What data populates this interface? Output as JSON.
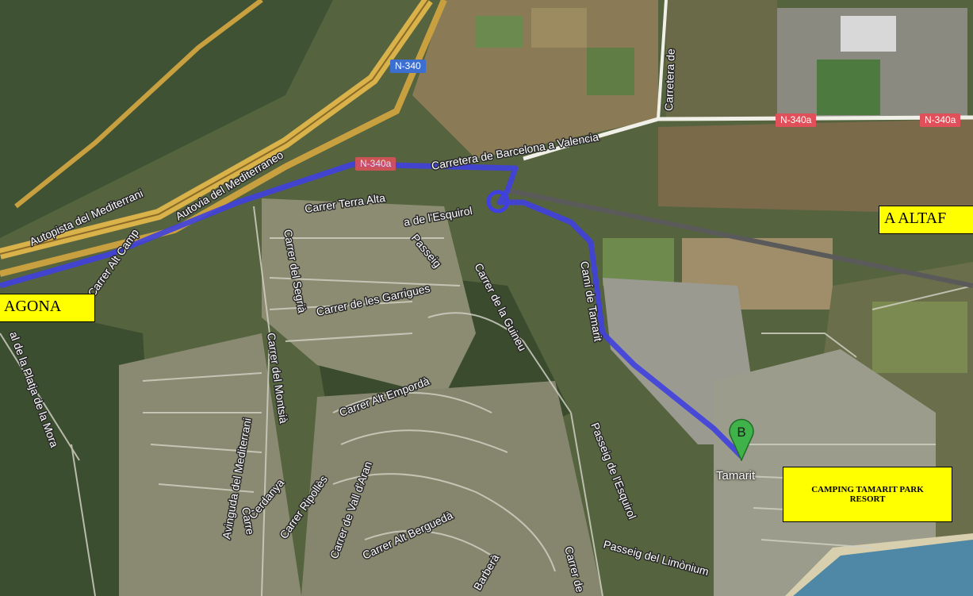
{
  "map": {
    "road_labels": {
      "autopista": "Autopista del Mediterrani",
      "autovia": "Autovia del Mediterraneo",
      "carretera_bcn_vlc": "Carretera de Barcelona a Valencia",
      "carrer_terra_alta": "Carrer Terra Alta",
      "esquirol": "a de l'Esquirol",
      "passeig": "Passeig",
      "camino_tamarit": "Camí de Tamarit",
      "carrer_segria": "Carrer del Segrià",
      "carrer_garrigues": "Carrer de les Garrigues",
      "carrer_guineu": "Carrer de la Guineu",
      "carrer_alt_camp": "Carrer Alt Camp",
      "platja_mora": "al de la Platja de la Mora",
      "avinguda_mediterrani": "Avinguda del Mediterrani",
      "carrer_montsia": "Carrer del Montsià",
      "carrer_alt_emporda": "Carrer Alt Empordà",
      "carrer_vall_aran": "Carrer de Vall d'Aran",
      "carrer_ripolles": "Carrer Ripollès",
      "cerdanya": "Cerdanya",
      "carrer_alt_bergueda": "Carrer Alt Berguedà",
      "passeig_esquirol": "Passeig de l'Esquirol",
      "passeig_limonium": "Passeig del Limònium",
      "barbera": "Barberà",
      "carrer_de": "Carrer de",
      "carretera_de": "Carretera de",
      "carre": "Carre"
    },
    "shields": {
      "n340": "N-340",
      "n340a_route": "N-340a",
      "n340a_right1": "N-340a",
      "n340a_right2": "N-340a"
    },
    "callouts": {
      "left": "AGONA",
      "right": "A ALTAF",
      "camping": "CAMPING TAMARIT PARK RESORT"
    },
    "town": "Tamarit",
    "marker_letter": "B",
    "colors": {
      "route": "#4040e0",
      "callout_bg": "#ffff00",
      "marker": "#3fb24a",
      "shield_blue": "#3d6fd1",
      "shield_red": "#e0505a"
    }
  }
}
